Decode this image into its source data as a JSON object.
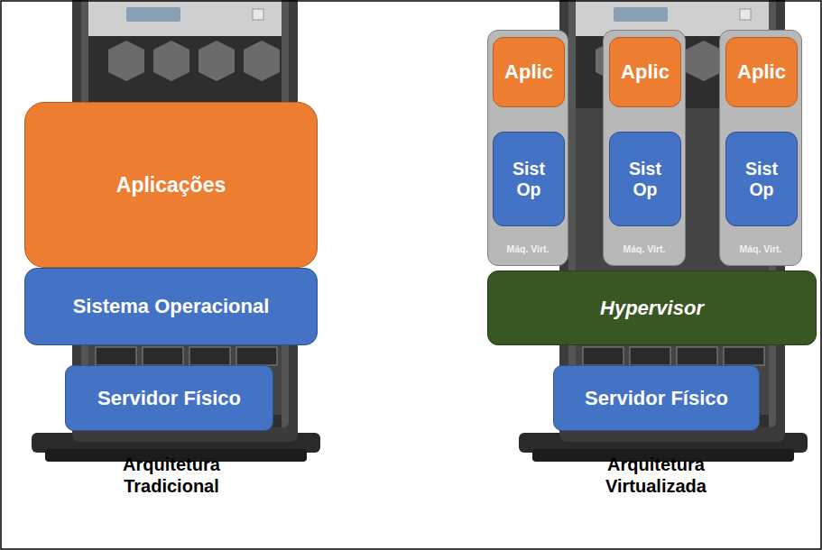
{
  "diagram": {
    "nodes": [
      {
        "text": [
          "Aplicações"
        ]
      },
      {
        "text": [
          "Sistema Operacional"
        ]
      },
      {
        "text": [
          "Servidor Físico"
        ]
      },
      {
        "text": [
          "Máq. Virt."
        ]
      },
      {
        "text": [
          "Aplic"
        ],
        "in": 3
      },
      {
        "text": [
          "Sist Op"
        ],
        "in": 3
      },
      {
        "text": [
          "Máq. Virt."
        ]
      },
      {
        "text": [
          "Aplic"
        ],
        "in": 6
      },
      {
        "text": [
          "Sist Op"
        ],
        "in": 6
      },
      {
        "text": [
          "Máq. Virt."
        ]
      },
      {
        "text": [
          "Aplic"
        ],
        "in": 9
      },
      {
        "text": [
          "Sist Op"
        ],
        "in": 9
      },
      {
        "text": [
          "Hypervisor"
        ]
      },
      {
        "text": [
          "Servidor Físico"
        ]
      }
    ],
    "labels": [
      "Arquitetura Tradicional",
      "Arquitetura Virtualizada"
    ]
  }
}
